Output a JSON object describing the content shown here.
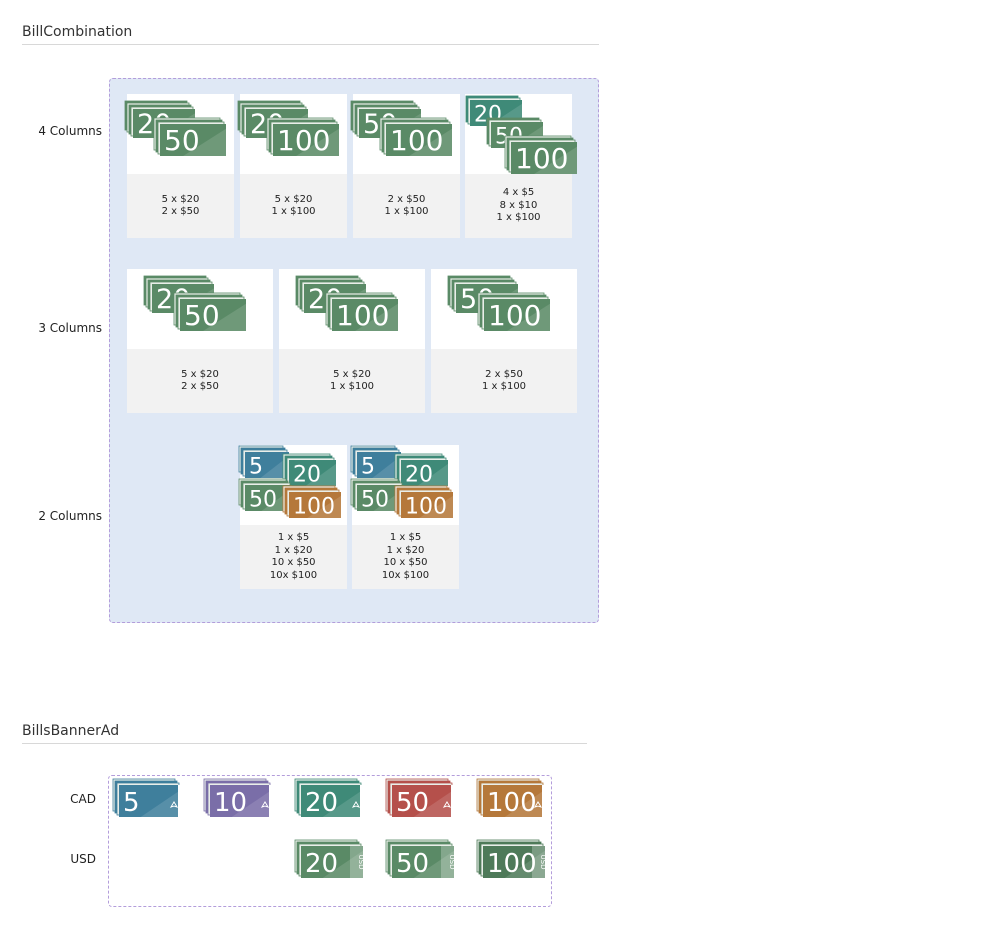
{
  "bill_combination": {
    "title": "BillCombination",
    "rows": [
      {
        "label": "4 Columns",
        "cards": [
          {
            "lines": [
              "5 x $20",
              "2 x $50"
            ]
          },
          {
            "lines": [
              "5 x $20",
              "1 x $100"
            ]
          },
          {
            "lines": [
              "2 x $50",
              "1 x $100"
            ]
          },
          {
            "lines": [
              "4 x $5",
              "8 x $10",
              "1 x $100"
            ]
          }
        ]
      },
      {
        "label": "3 Columns",
        "cards": [
          {
            "lines": [
              "5 x $20",
              "2 x $50"
            ]
          },
          {
            "lines": [
              "5 x $20",
              "1 x $100"
            ]
          },
          {
            "lines": [
              "2 x $50",
              "1 x $100"
            ]
          }
        ]
      },
      {
        "label": "2 Columns",
        "cards": [
          {
            "lines": [
              "1 x $5",
              "1 x $20",
              "10 x $50",
              "10x $100"
            ]
          },
          {
            "lines": [
              "1 x $5",
              "1 x $20",
              "10 x $50",
              "10x $100"
            ]
          }
        ]
      }
    ]
  },
  "bills_banner_ad": {
    "title": "BillsBannerAd",
    "rows": [
      {
        "label": "CAD",
        "bills": [
          "5",
          "10",
          "20",
          "50",
          "100"
        ]
      },
      {
        "label": "USD",
        "bills": [
          "20",
          "50",
          "100"
        ],
        "tag": "USD"
      }
    ]
  },
  "colors": {
    "usd_green": "#5a8a66",
    "usd_dark": "#4e7a59",
    "cad_5": "#3f7f9c",
    "cad_10": "#7a6ea8",
    "cad_20": "#3f8a78",
    "cad_50": "#b5504b",
    "cad_100": "#b5783a",
    "frame_fill": "#dfe8f5",
    "frame_border": "#b39ddb"
  }
}
